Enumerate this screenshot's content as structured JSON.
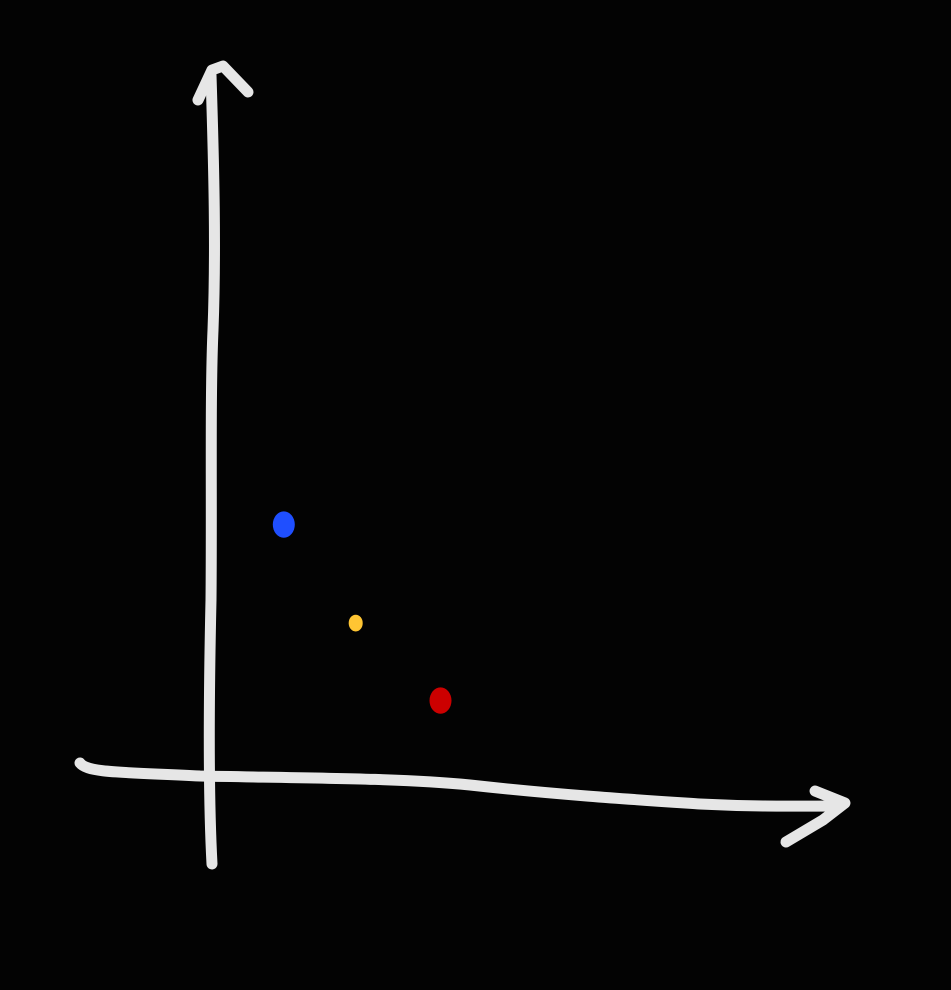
{
  "chart_data": {
    "type": "scatter",
    "title": "",
    "xlabel": "",
    "ylabel": "",
    "grid": false,
    "legend": "none",
    "background_color": "#030303",
    "axis_color": "#e6e6e6",
    "xlim": [
      0,
      10
    ],
    "ylim": [
      0,
      10
    ],
    "series": [
      {
        "points": [
          {
            "x": 1.1,
            "y": 3.6,
            "color": "#1f4fff"
          },
          {
            "x": 2.2,
            "y": 2.2,
            "color": "#ffc533"
          },
          {
            "x": 3.5,
            "y": 1.1,
            "color": "#cc0000"
          }
        ]
      }
    ]
  }
}
